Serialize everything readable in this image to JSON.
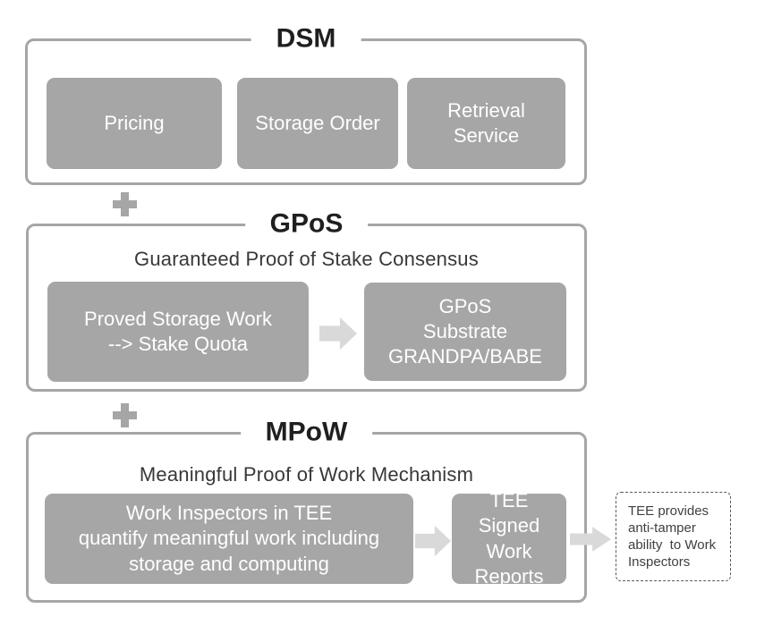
{
  "colors": {
    "box_fill": "#a6a6a6",
    "outline": "#a6a6a6",
    "arrow": "#d9d9d9",
    "title_text": "#1f1f1f",
    "subtitle_text": "#383838",
    "box_text": "#ffffff",
    "note_border": "#595959",
    "note_text": "#404040"
  },
  "dsm": {
    "title": "DSM",
    "boxes": {
      "pricing": "Pricing",
      "storage_order": "Storage Order",
      "retrieval_service": "Retrieval\nService"
    }
  },
  "gpos": {
    "title": "GPoS",
    "subtitle": "Guaranteed Proof of Stake Consensus",
    "boxes": {
      "proved_storage": "Proved Storage Work\n--> Stake Quota",
      "substrate": "GPoS\nSubstrate\nGRANDPA/BABE"
    }
  },
  "mpow": {
    "title": "MPoW",
    "subtitle": "Meaningful Proof of Work Mechanism",
    "boxes": {
      "work_inspectors": "Work Inspectors in TEE\nquantify meaningful work including\nstorage and computing",
      "tee_reports": "TEE Signed\nWork\nReports"
    }
  },
  "note": {
    "text": "TEE provides\nanti-tamper\nability  to Work\nInspectors"
  }
}
